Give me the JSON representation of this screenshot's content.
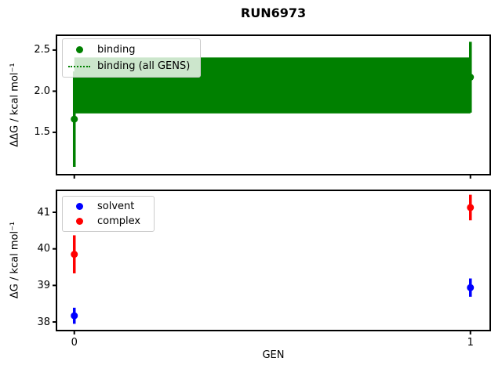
{
  "figure": {
    "title": "RUN6973",
    "background": "#ffffff"
  },
  "chart_data": [
    {
      "type": "scatter",
      "id": "binding-plot",
      "ylabel": "ΔΔG / kcal mol⁻¹",
      "xlabel": "",
      "xlim": [
        -0.045,
        1.05
      ],
      "ylim": [
        0.985,
        2.68
      ],
      "yticks": [
        "1.5",
        "2.0",
        "2.5"
      ],
      "xticks": [],
      "x": [
        0,
        1
      ],
      "grid": false,
      "series": [
        {
          "name": "binding",
          "color": "#008000",
          "marker": "circle",
          "y": [
            1.66,
            2.17
          ],
          "yerr": [
            0.58,
            0.43
          ]
        }
      ],
      "band": {
        "name": "binding (all GENS)",
        "color": "#008000",
        "x": [
          0,
          1
        ],
        "low": 1.73,
        "high": 2.41,
        "mean": 2.07,
        "linestyle": "dotted"
      },
      "legend": {
        "position": "upper left",
        "items": [
          {
            "label": "binding",
            "sample": "dot",
            "color": "#008000"
          },
          {
            "label": "binding (all GENS)",
            "sample": "dotted-line",
            "color": "#008000"
          }
        ]
      }
    },
    {
      "type": "scatter",
      "id": "dg-plot",
      "ylabel": "ΔG / kcal mol⁻¹",
      "xlabel": "GEN",
      "xlim": [
        -0.045,
        1.05
      ],
      "ylim": [
        37.765,
        41.6
      ],
      "yticks": [
        "38",
        "39",
        "40",
        "41"
      ],
      "xticks": [
        "0",
        "1"
      ],
      "x": [
        0,
        1
      ],
      "grid": false,
      "series": [
        {
          "name": "solvent",
          "color": "#0000ff",
          "marker": "circle",
          "y": [
            38.17,
            38.94
          ],
          "yerr": [
            0.22,
            0.25
          ]
        },
        {
          "name": "complex",
          "color": "#ff0000",
          "marker": "circle",
          "y": [
            39.85,
            41.13
          ],
          "yerr": [
            0.52,
            0.35
          ]
        }
      ],
      "legend": {
        "position": "upper left",
        "items": [
          {
            "label": "solvent",
            "sample": "dot",
            "color": "#0000ff"
          },
          {
            "label": "complex",
            "sample": "dot",
            "color": "#ff0000"
          }
        ]
      }
    }
  ]
}
